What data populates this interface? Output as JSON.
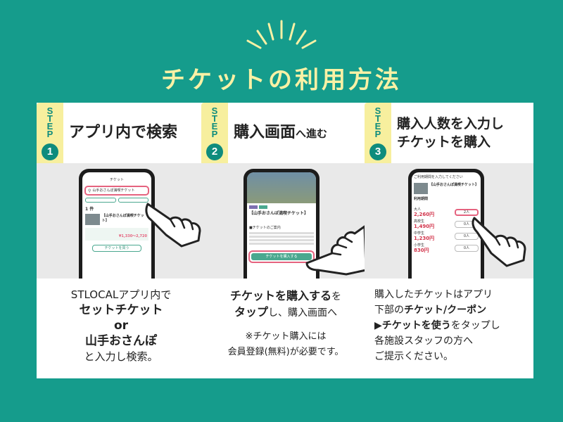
{
  "title": "チケットの利用方法",
  "steps": [
    {
      "step_letters": [
        "S",
        "T",
        "E",
        "P"
      ],
      "number": "1",
      "heading": "アプリ内で検索",
      "phone": {
        "header": "チケット",
        "search_value": "山手おさんぽ満喫チケット",
        "count_label": "1 件",
        "ticket_name": "【山手おさんぽ満喫チケット】",
        "price": "¥1,330〜2,720",
        "button": "チケットを買う"
      },
      "caption": {
        "line1": "STLOCALアプリ内で",
        "line2": "セットチケット",
        "line3": "or",
        "line4": "山手おさんぽ",
        "line5": "と入力し検索。"
      }
    },
    {
      "step_letters": [
        "S",
        "T",
        "E",
        "P"
      ],
      "number": "2",
      "heading_main": "購入画面",
      "heading_small": "へ進む",
      "phone": {
        "ticket_name": "【山手おさんぽ満喫チケット】",
        "section": "■チケットのご案内",
        "button": "チケットを購入する"
      },
      "caption": {
        "bold1": "チケットを購入する",
        "rest1": "を",
        "bold2": "タップ",
        "rest2": "し、購入画面へ",
        "note1": "※チケット購入には",
        "note2": "会員登録(無料)が必要です。"
      }
    },
    {
      "step_letters": [
        "S",
        "T",
        "E",
        "P"
      ],
      "number": "3",
      "heading_line1": "購入人数を入力し",
      "heading_line2": "チケットを購入",
      "phone": {
        "header": "ご利用期間を入力してください",
        "ticket_name": "【山手おさんぽ満喫チケット】",
        "period_label": "利用期間",
        "rows": [
          {
            "label": "大人",
            "price": "2,260円",
            "qty": "2人"
          },
          {
            "label": "高校生",
            "price": "1,490円",
            "qty": "0人"
          },
          {
            "label": "中学生",
            "price": "1,230円",
            "qty": "0人"
          },
          {
            "label": "小学生",
            "price": "830円",
            "qty": "0人"
          }
        ]
      },
      "caption": {
        "line1": "購入したチケットはアプリ",
        "line2a": "下部の",
        "line2b": "チケット/クーポン",
        "line3a": "▶チケットを使う",
        "line3b": "をタップし",
        "line4": "各施設スタッフの方へ",
        "line5": "ご提示ください。"
      }
    }
  ],
  "colors": {
    "background": "#159c8c",
    "title": "#f9f1a5",
    "step_tag": "#f7ef9e",
    "step_accent": "#0e8c7d",
    "highlight": "#e5637f"
  }
}
